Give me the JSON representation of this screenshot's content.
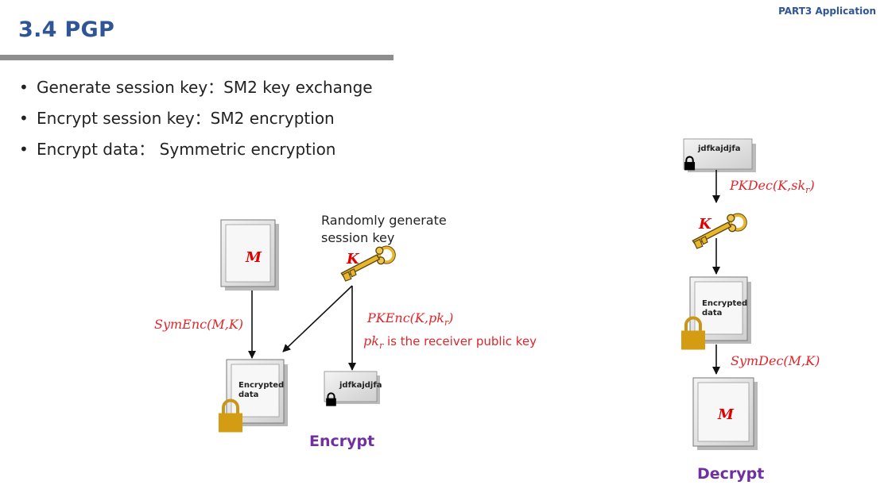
{
  "header": {
    "corner_label": "PART3  Application",
    "title": "3.4  PGP"
  },
  "bullets": [
    "Generate session key：SM2 key exchange",
    "Encrypt session key：SM2 encryption",
    "Encrypt data： Symmetric encryption"
  ],
  "encrypt_diagram": {
    "message_label": "M",
    "session_key_label": "K",
    "random_label": "Randomly generate session key",
    "sym_enc": "SymEnc(M,K)",
    "pk_enc": "PKEnc(K,pk",
    "pk_enc_sub": "r",
    "pk_enc_close": ")",
    "pk_note_var": "pk",
    "pk_note_sub": "r",
    "pk_note_text": " is the receiver public key",
    "encrypted_data_line1": "Encrypted",
    "encrypted_data_line2": "data",
    "cipher_key_text": "jdfkajdjfa",
    "caption": "Encrypt"
  },
  "decrypt_diagram": {
    "cipher_key_text": "jdfkajdjfa",
    "pk_dec": "PKDec(K,sk",
    "pk_dec_sub": "r",
    "pk_dec_close": ")",
    "session_key_label": "K",
    "encrypted_data_line1": "Encrypted",
    "encrypted_data_line2": "data",
    "sym_dec": "SymDec(M,K)",
    "message_label": "M",
    "caption": "Decrypt"
  },
  "colors": {
    "title_blue": "#2f5597",
    "formula_red": "#e0252a",
    "caption_purple": "#7030a0",
    "lock_gold": "#d39c12",
    "key_gold": "#e8b62c"
  }
}
